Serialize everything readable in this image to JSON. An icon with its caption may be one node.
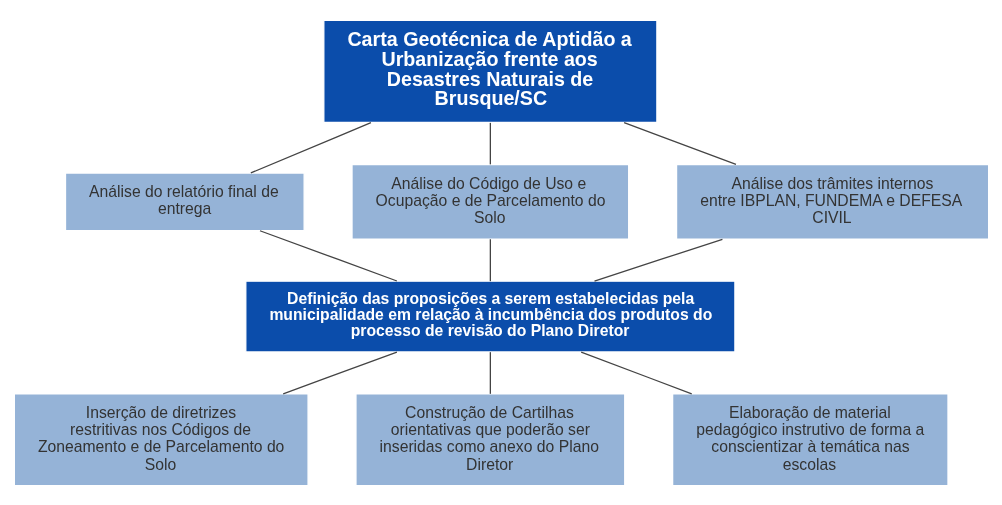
{
  "diagram": {
    "nodes": [
      {
        "text": [
          "Carta Geotécnica de Aptidão a Urbanização frente aos Desastres Naturais de Brusque/SC"
        ]
      },
      {
        "text": [
          "Análise do relatório final de entrega"
        ]
      },
      {
        "text": [
          "Análise do Código de Uso e Ocupação e de Parcelamento do Solo"
        ]
      },
      {
        "text": [
          "Análise dos trâmites internos entre IBPLAN, FUNDEMA e DEFESA CIVIL"
        ]
      },
      {
        "text": [
          "Definição das proposições a serem estabelecidas pela municipalidade em relação à incumbência dos produtos do processo de revisão do Plano Diretor"
        ]
      },
      {
        "text": [
          "Inserção de diretrizes restritivas nos Códigos de Zoneamento e de Parcelamento do Solo"
        ]
      },
      {
        "text": [
          "Construção de Cartilhas orientativas que poderão ser inseridas como anexo do Plano Diretor"
        ]
      },
      {
        "text": [
          "Elaboração de material pedagógico instrutivo de forma a conscientizar à temática nas escolas"
        ]
      }
    ],
    "edges": [
      {
        "from": 0,
        "to": 1,
        "arrow": "none"
      },
      {
        "from": 0,
        "to": 2,
        "arrow": "none"
      },
      {
        "from": 0,
        "to": 3,
        "arrow": "none"
      },
      {
        "from": 1,
        "to": 4,
        "arrow": "none"
      },
      {
        "from": 2,
        "to": 4,
        "arrow": "none"
      },
      {
        "from": 3,
        "to": 4,
        "arrow": "none"
      },
      {
        "from": 4,
        "to": 5,
        "arrow": "none"
      },
      {
        "from": 4,
        "to": 6,
        "arrow": "none"
      },
      {
        "from": 4,
        "to": 7,
        "arrow": "none"
      }
    ]
  }
}
